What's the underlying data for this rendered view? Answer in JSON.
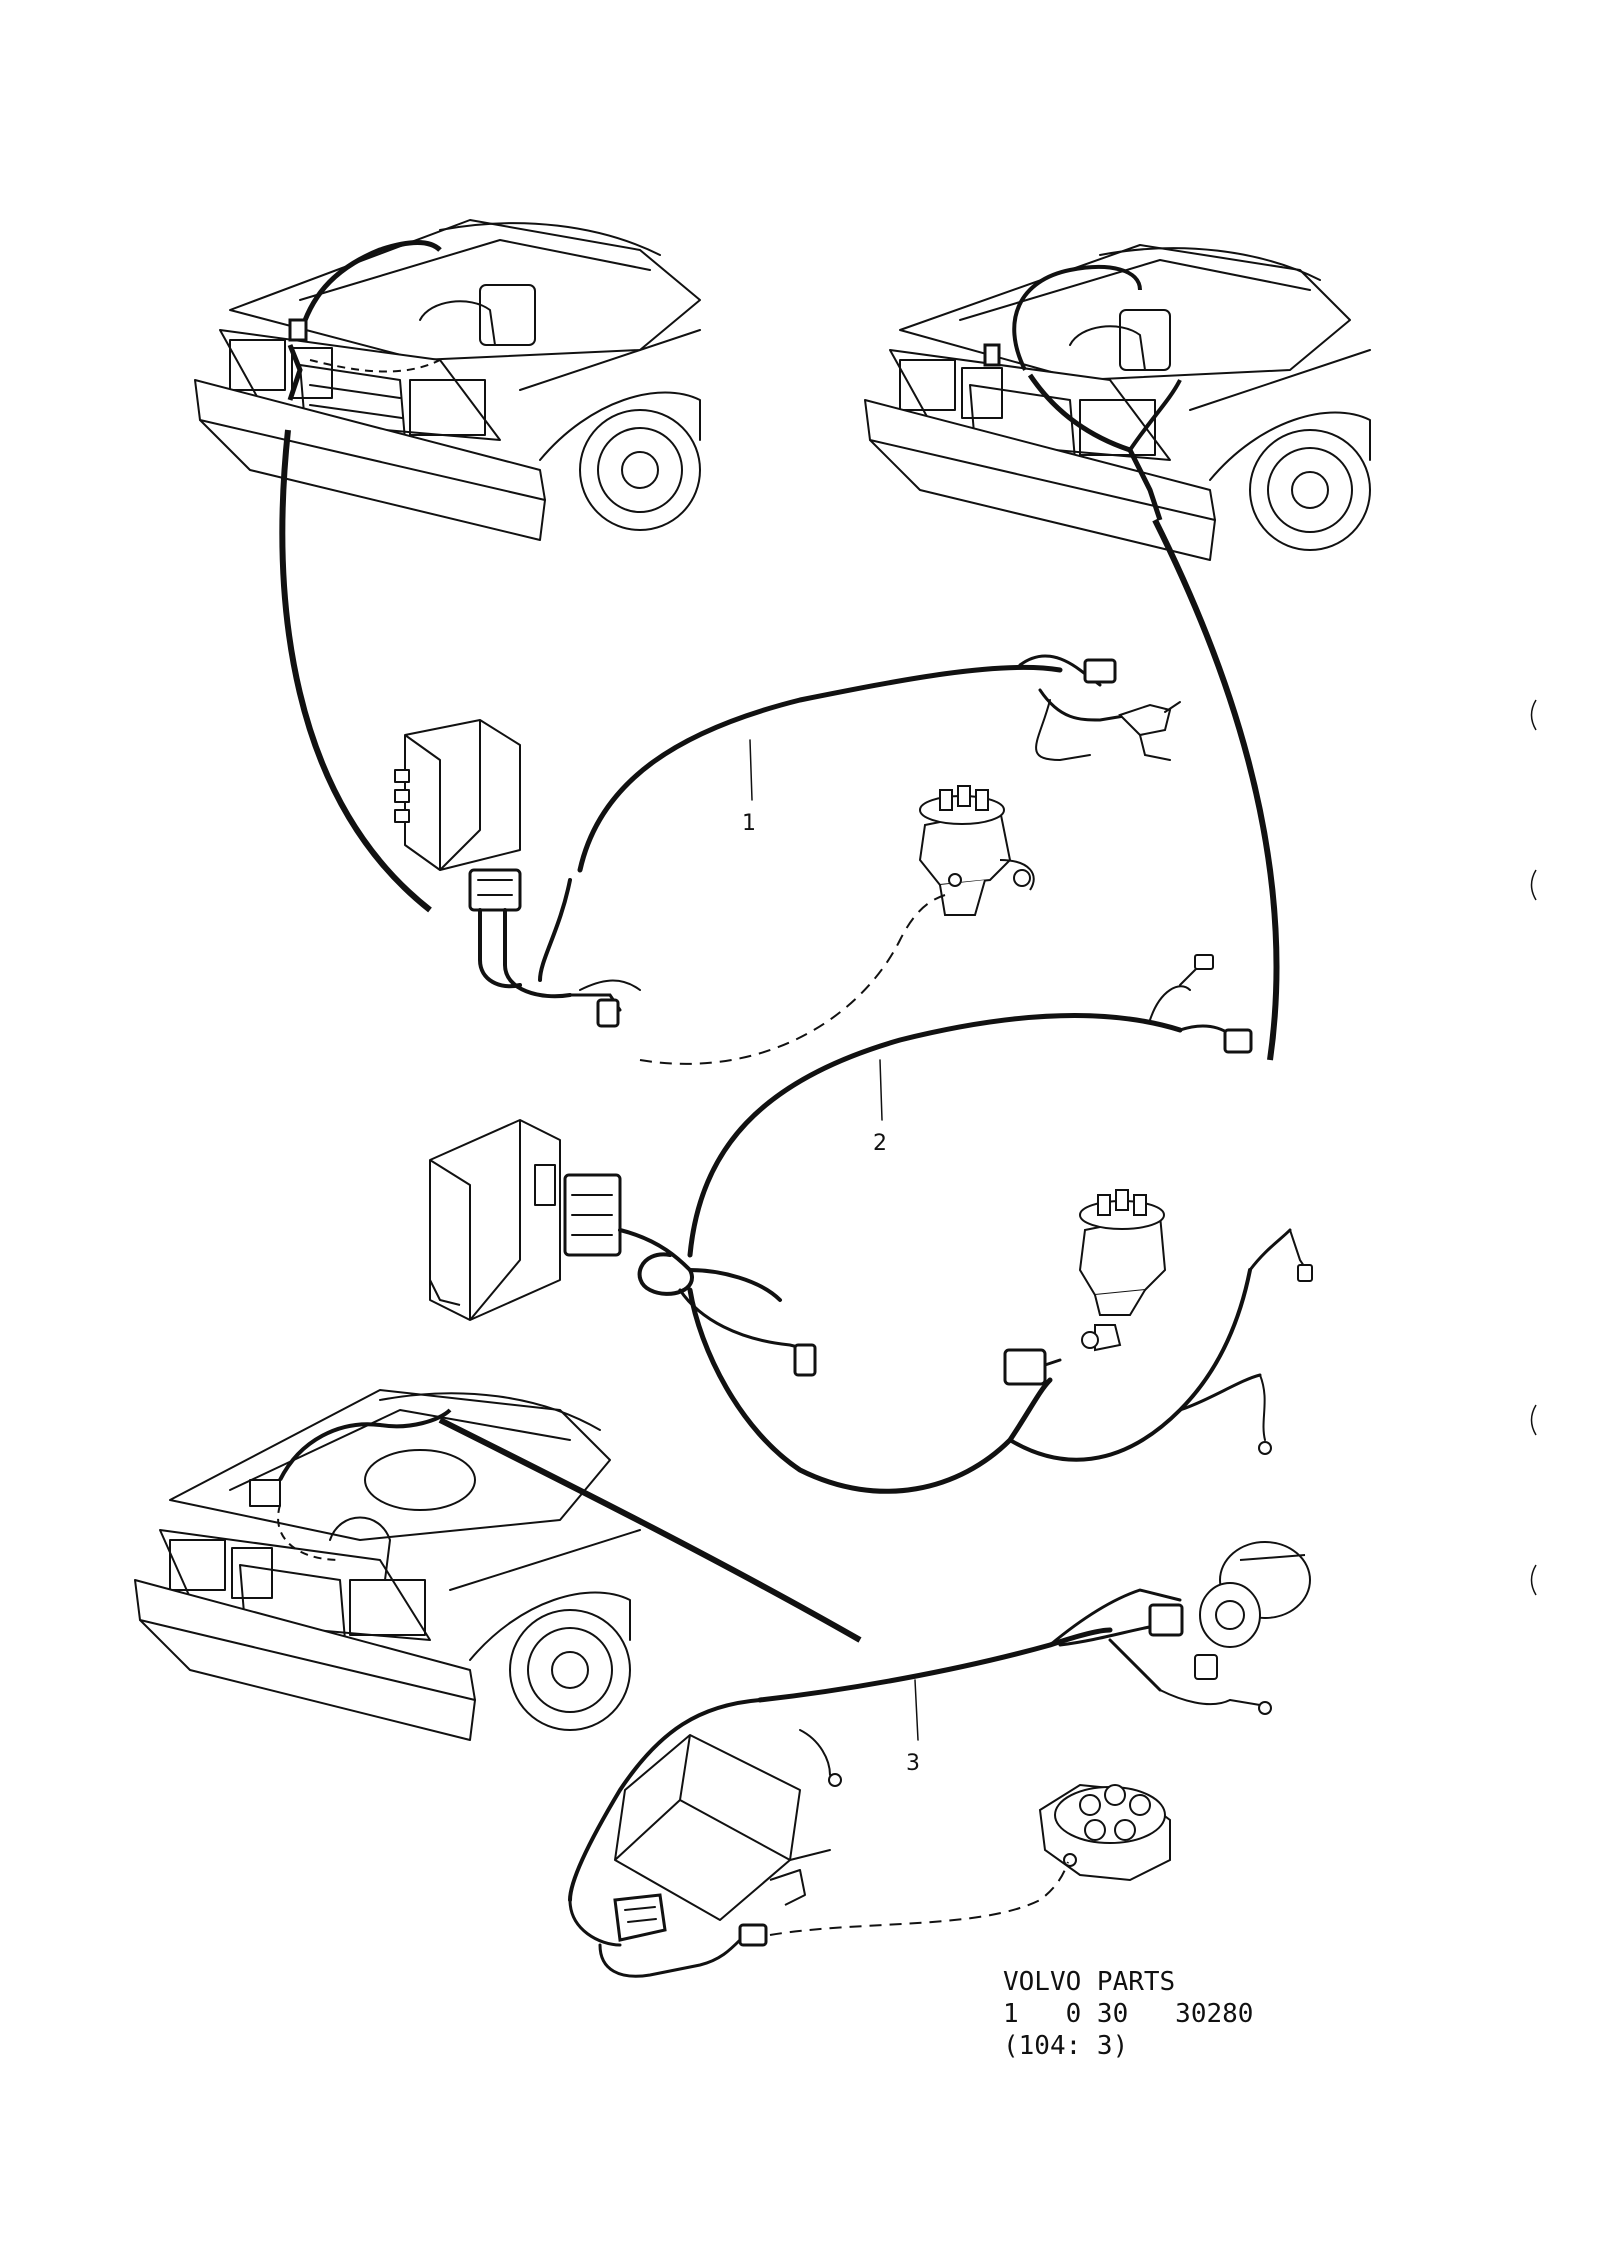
{
  "callouts": {
    "item1": "1",
    "item2": "2",
    "item3": "3"
  },
  "parts_label": {
    "line1": "VOLVO  PARTS",
    "line2": "1   0 30   30280",
    "line3": "(104: 3)"
  },
  "colors": {
    "ink": "#111111",
    "paper": "#ffffff"
  }
}
